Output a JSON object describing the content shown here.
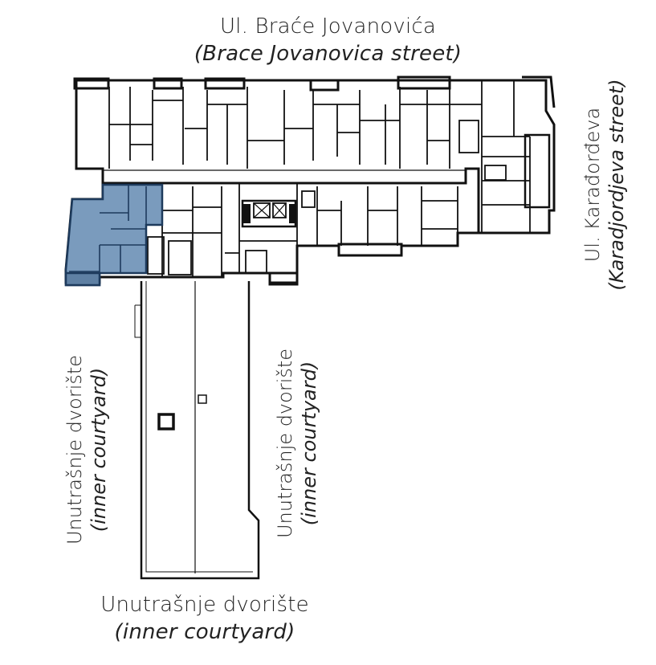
{
  "labels": {
    "north_street": {
      "name": "Ul. Braće Jovanovića",
      "translation": "(Brace Jovanovica street)"
    },
    "east_street": {
      "name": "Ul. Karađorđeva",
      "translation": "(Karadjordjeva street)"
    },
    "courtyard_left": {
      "name": "Unutrašnje dvorište",
      "translation": "(inner courtyard)"
    },
    "courtyard_right": {
      "name": "Unutrašnje dvorište",
      "translation": "(inner courtyard)"
    },
    "courtyard_bottom": {
      "name": "Unutrašnje dvorište",
      "translation": "(inner courtyard)"
    }
  },
  "colors": {
    "highlight_fill": "#7a9bbd",
    "highlight_stroke": "#1d3a5c",
    "wall": "#111111",
    "background": "#ffffff"
  }
}
